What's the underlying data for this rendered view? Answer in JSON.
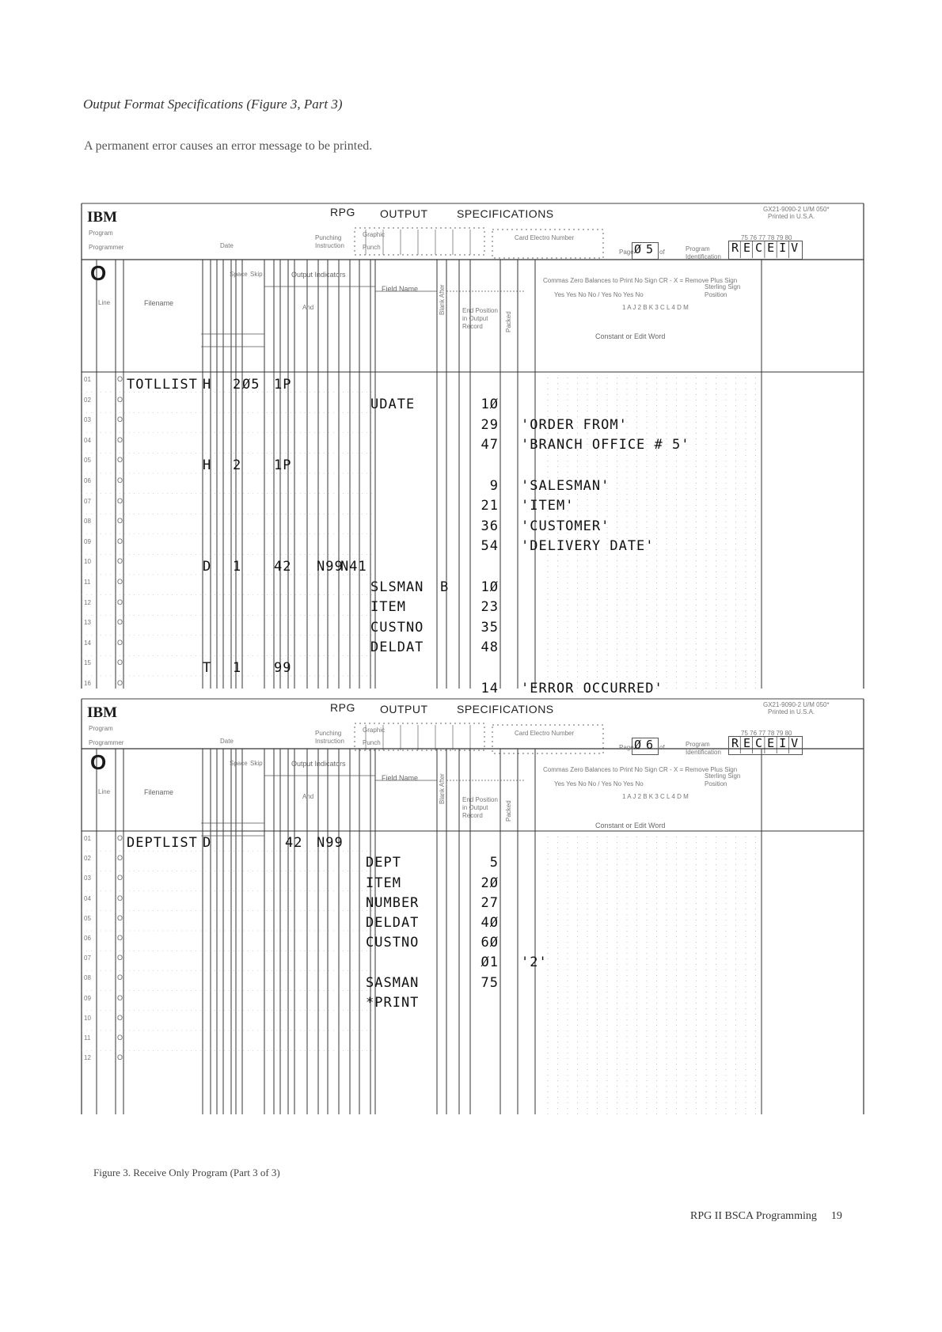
{
  "page": {
    "heading": "Output Format Specifications (Figure 3, Part 3)",
    "intro": "A permanent error causes an error message to be printed.",
    "caption": "Figure 3. Receive Only Program (Part 3 of 3)",
    "footer_text": "RPG II BSCA Programming",
    "page_number": "19"
  },
  "labels": {
    "brand": "IBM",
    "title_rpg": "RPG",
    "title_output": "OUTPUT",
    "title_specs": "SPECIFICATIONS",
    "program": "Program",
    "programmer": "Programmer",
    "date": "Date",
    "punching_instruction": "Punching Instruction",
    "graphic": "Graphic",
    "punch": "Punch",
    "card_electro_number": "Card Electro Number",
    "page": "Page",
    "of": "of",
    "program_identification": "Program Identification",
    "form_type": "O",
    "filename": "Filename",
    "output_indicators": "Output Indicators",
    "field_name": "Field Name",
    "end_position": "End Position in Output Record",
    "constant_or_edit_word": "Constant or Edit Word",
    "line": "Line",
    "and": "And",
    "skip": "Skip",
    "space": "Space",
    "blank_after": "Blank After",
    "packed": "Packed",
    "edit_codes": "Commas  Zero Balances to Print  No Sign  CR  -  X = Remove Plus Sign",
    "edit_yes_no": "Yes Yes No No / Yes No Yes No",
    "edit_codes_letters": "1 A J  2 B K  3 C L  4 D M",
    "sterling": "Sterling Sign Position",
    "form_number": "GX21-9090-2 U/M 050*",
    "printed": "Printed in U.S.A.",
    "columns": "75 76 77 78 79 80"
  },
  "forms": [
    {
      "page_no": "Ø5",
      "program_id": "RECEIV",
      "rows": [
        {
          "line": "01",
          "type": "O",
          "filename": "TOTLLIST",
          "htype": "H",
          "stacker": "",
          "space": "2",
          "skip": "Ø5",
          "ind1": "1P",
          "ind2": "",
          "ind3": "",
          "field": "",
          "blank": "",
          "end": "",
          "constant": ""
        },
        {
          "line": "02",
          "type": "O",
          "filename": "",
          "htype": "",
          "stacker": "",
          "space": "",
          "skip": "",
          "ind1": "",
          "ind2": "",
          "ind3": "",
          "field": "UDATE",
          "blank": "",
          "end": "1Ø",
          "constant": ""
        },
        {
          "line": "03",
          "type": "O",
          "filename": "",
          "htype": "",
          "stacker": "",
          "space": "",
          "skip": "",
          "ind1": "",
          "ind2": "",
          "ind3": "",
          "field": "",
          "blank": "",
          "end": "29",
          "constant": "'ORDER FROM'"
        },
        {
          "line": "04",
          "type": "O",
          "filename": "",
          "htype": "",
          "stacker": "",
          "space": "",
          "skip": "",
          "ind1": "",
          "ind2": "",
          "ind3": "",
          "field": "",
          "blank": "",
          "end": "47",
          "constant": "'BRANCH OFFICE # 5'"
        },
        {
          "line": "05",
          "type": "O",
          "filename": "",
          "htype": "H",
          "stacker": "",
          "space": "2",
          "skip": "",
          "ind1": "1P",
          "ind2": "",
          "ind3": "",
          "field": "",
          "blank": "",
          "end": "",
          "constant": ""
        },
        {
          "line": "06",
          "type": "O",
          "filename": "",
          "htype": "",
          "stacker": "",
          "space": "",
          "skip": "",
          "ind1": "",
          "ind2": "",
          "ind3": "",
          "field": "",
          "blank": "",
          "end": "9",
          "constant": "'SALESMAN'"
        },
        {
          "line": "07",
          "type": "O",
          "filename": "",
          "htype": "",
          "stacker": "",
          "space": "",
          "skip": "",
          "ind1": "",
          "ind2": "",
          "ind3": "",
          "field": "",
          "blank": "",
          "end": "21",
          "constant": "'ITEM'"
        },
        {
          "line": "08",
          "type": "O",
          "filename": "",
          "htype": "",
          "stacker": "",
          "space": "",
          "skip": "",
          "ind1": "",
          "ind2": "",
          "ind3": "",
          "field": "",
          "blank": "",
          "end": "36",
          "constant": "'CUSTOMER'"
        },
        {
          "line": "09",
          "type": "O",
          "filename": "",
          "htype": "",
          "stacker": "",
          "space": "",
          "skip": "",
          "ind1": "",
          "ind2": "",
          "ind3": "",
          "field": "",
          "blank": "",
          "end": "54",
          "constant": "'DELIVERY DATE'"
        },
        {
          "line": "10",
          "type": "O",
          "filename": "",
          "htype": "D",
          "stacker": "",
          "space": "1",
          "skip": "",
          "ind1": "42",
          "ind2": "N99",
          "ind3": "N41",
          "field": "",
          "blank": "",
          "end": "",
          "constant": ""
        },
        {
          "line": "11",
          "type": "O",
          "filename": "",
          "htype": "",
          "stacker": "",
          "space": "",
          "skip": "",
          "ind1": "",
          "ind2": "",
          "ind3": "",
          "field": "SLSMAN",
          "blank": "B",
          "end": "1Ø",
          "constant": ""
        },
        {
          "line": "12",
          "type": "O",
          "filename": "",
          "htype": "",
          "stacker": "",
          "space": "",
          "skip": "",
          "ind1": "",
          "ind2": "",
          "ind3": "",
          "field": "ITEM",
          "blank": "",
          "end": "23",
          "constant": ""
        },
        {
          "line": "13",
          "type": "O",
          "filename": "",
          "htype": "",
          "stacker": "",
          "space": "",
          "skip": "",
          "ind1": "",
          "ind2": "",
          "ind3": "",
          "field": "CUSTNO",
          "blank": "",
          "end": "35",
          "constant": ""
        },
        {
          "line": "14",
          "type": "O",
          "filename": "",
          "htype": "",
          "stacker": "",
          "space": "",
          "skip": "",
          "ind1": "",
          "ind2": "",
          "ind3": "",
          "field": "DELDAT",
          "blank": "",
          "end": "48",
          "constant": ""
        },
        {
          "line": "15",
          "type": "O",
          "filename": "",
          "htype": "T",
          "stacker": "",
          "space": "1",
          "skip": "",
          "ind1": "99",
          "ind2": "",
          "ind3": "",
          "field": "",
          "blank": "",
          "end": "",
          "constant": ""
        },
        {
          "line": "16",
          "type": "O",
          "filename": "",
          "htype": "",
          "stacker": "",
          "space": "",
          "skip": "",
          "ind1": "",
          "ind2": "",
          "ind3": "",
          "field": "",
          "blank": "",
          "end": "14",
          "constant": "'ERROR OCCURRED'"
        }
      ]
    },
    {
      "page_no": "Ø6",
      "program_id": "RECEIV",
      "rows": [
        {
          "line": "01",
          "type": "O",
          "filename": "DEPTLIST",
          "htype": "D",
          "stacker": "",
          "space": "",
          "skip": "",
          "ind1": "42",
          "ind2": "N99",
          "ind3": "",
          "field": "",
          "blank": "",
          "end": "",
          "constant": ""
        },
        {
          "line": "02",
          "type": "O",
          "filename": "",
          "htype": "",
          "stacker": "",
          "space": "",
          "skip": "",
          "ind1": "",
          "ind2": "",
          "ind3": "",
          "field": "DEPT",
          "blank": "",
          "end": "5",
          "constant": ""
        },
        {
          "line": "03",
          "type": "O",
          "filename": "",
          "htype": "",
          "stacker": "",
          "space": "",
          "skip": "",
          "ind1": "",
          "ind2": "",
          "ind3": "",
          "field": "ITEM",
          "blank": "",
          "end": "2Ø",
          "constant": ""
        },
        {
          "line": "04",
          "type": "O",
          "filename": "",
          "htype": "",
          "stacker": "",
          "space": "",
          "skip": "",
          "ind1": "",
          "ind2": "",
          "ind3": "",
          "field": "NUMBER",
          "blank": "",
          "end": "27",
          "constant": ""
        },
        {
          "line": "05",
          "type": "O",
          "filename": "",
          "htype": "",
          "stacker": "",
          "space": "",
          "skip": "",
          "ind1": "",
          "ind2": "",
          "ind3": "",
          "field": "DELDAT",
          "blank": "",
          "end": "4Ø",
          "constant": ""
        },
        {
          "line": "06",
          "type": "O",
          "filename": "",
          "htype": "",
          "stacker": "",
          "space": "",
          "skip": "",
          "ind1": "",
          "ind2": "",
          "ind3": "",
          "field": "CUSTNO",
          "blank": "",
          "end": "6Ø",
          "constant": ""
        },
        {
          "line": "07",
          "type": "O",
          "filename": "",
          "htype": "",
          "stacker": "",
          "space": "",
          "skip": "",
          "ind1": "",
          "ind2": "",
          "ind3": "",
          "field": "",
          "blank": "",
          "end": "Ø1",
          "constant": "'2'"
        },
        {
          "line": "08",
          "type": "O",
          "filename": "",
          "htype": "",
          "stacker": "",
          "space": "",
          "skip": "",
          "ind1": "",
          "ind2": "",
          "ind3": "",
          "field": "SASMAN",
          "blank": "",
          "end": "75",
          "constant": ""
        },
        {
          "line": "09",
          "type": "O",
          "filename": "",
          "htype": "",
          "stacker": "",
          "space": "",
          "skip": "",
          "ind1": "",
          "ind2": "",
          "ind3": "",
          "field": "*PRINT",
          "blank": "",
          "end": "",
          "constant": ""
        },
        {
          "line": "10",
          "type": "O",
          "filename": "",
          "htype": "",
          "stacker": "",
          "space": "",
          "skip": "",
          "ind1": "",
          "ind2": "",
          "ind3": "",
          "field": "",
          "blank": "",
          "end": "",
          "constant": ""
        },
        {
          "line": "11",
          "type": "O",
          "filename": "",
          "htype": "",
          "stacker": "",
          "space": "",
          "skip": "",
          "ind1": "",
          "ind2": "",
          "ind3": "",
          "field": "",
          "blank": "",
          "end": "",
          "constant": ""
        },
        {
          "line": "12",
          "type": "O",
          "filename": "",
          "htype": "",
          "stacker": "",
          "space": "",
          "skip": "",
          "ind1": "",
          "ind2": "",
          "ind3": "",
          "field": "",
          "blank": "",
          "end": "",
          "constant": ""
        }
      ]
    }
  ]
}
